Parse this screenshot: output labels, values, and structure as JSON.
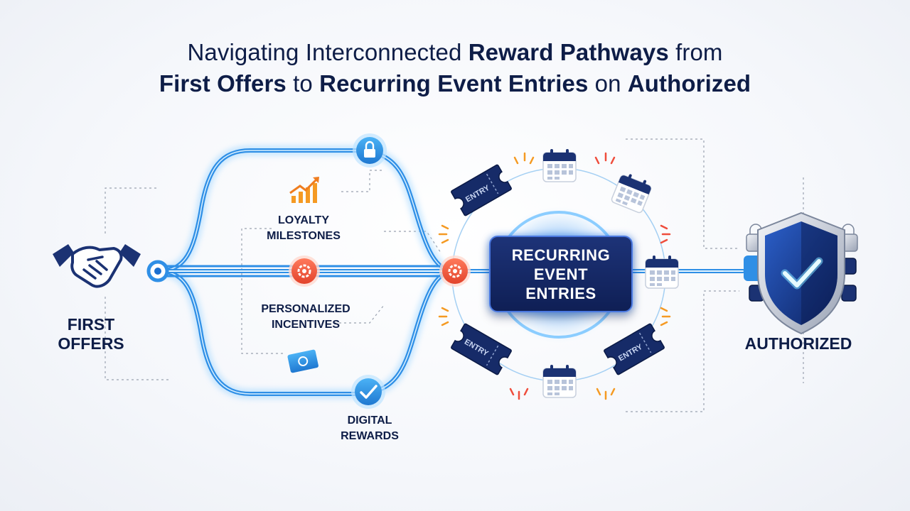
{
  "title": {
    "line1_a": "Navigating Interconnected ",
    "line1_b": "Reward Pathways",
    "line1_c": " from",
    "line2_a": "First Offers",
    "line2_b": " to ",
    "line2_c": "Recurring Event Entries",
    "line2_d": " on ",
    "line2_e": "Authorized"
  },
  "nodes": {
    "first_offers": "FIRST OFFERS",
    "loyalty": "LOYALTY MILESTONES",
    "personalized": "PERSONALIZED INCENTIVES",
    "digital": "DIGITAL REWARDS",
    "center_line1": "RECURRING",
    "center_line2": "EVENT",
    "center_line3": "ENTRIES",
    "authorized": "AUTHORIZED",
    "ticket_text": "ENTRY"
  },
  "icons": {
    "first_offers": "handshake-icon",
    "top_lock": "lock-icon",
    "loyalty": "growth-chart-icon",
    "personalized": "gear-icon",
    "hub_gear": "gear-icon",
    "digital_ticket": "ticket-icon",
    "digital_check": "check-icon",
    "calendar": "calendar-icon",
    "authorized": "shield-check-icon"
  },
  "colors": {
    "navy": "#0e1d47",
    "path_blue": "#2f8fe6",
    "glow_blue": "#8fd0ff",
    "accent_red": "#ef5a3f",
    "orange": "#f59a23"
  }
}
